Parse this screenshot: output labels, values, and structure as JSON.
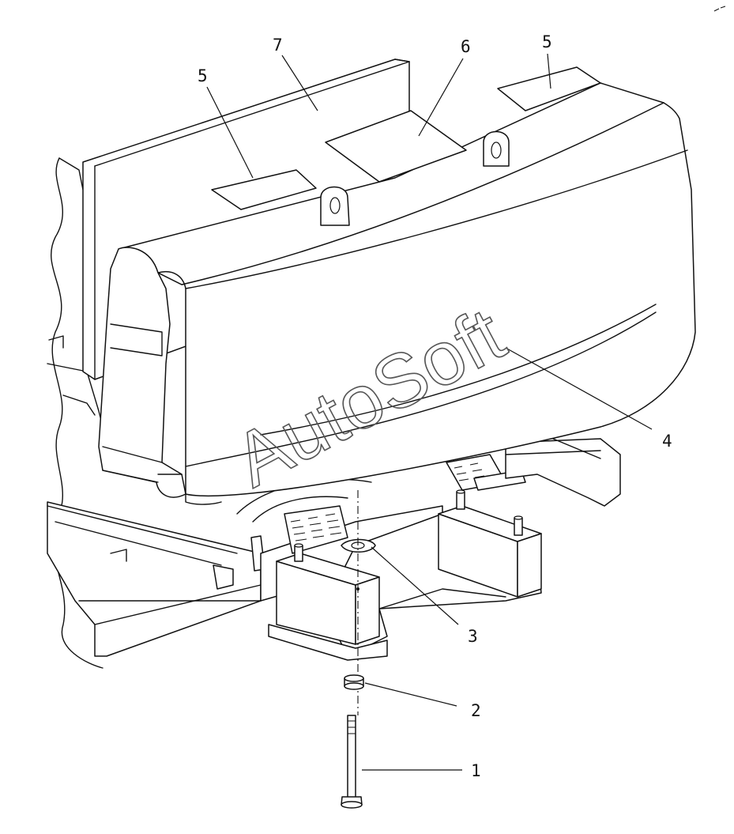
{
  "diagram": {
    "callouts": [
      {
        "id": "1",
        "label": "1"
      },
      {
        "id": "2",
        "label": "2"
      },
      {
        "id": "3",
        "label": "3"
      },
      {
        "id": "4",
        "label": "4"
      },
      {
        "id": "5a",
        "label": "5"
      },
      {
        "id": "5b",
        "label": "5"
      },
      {
        "id": "6",
        "label": "6"
      },
      {
        "id": "7",
        "label": "7"
      }
    ],
    "watermark": "AutoSoft"
  }
}
